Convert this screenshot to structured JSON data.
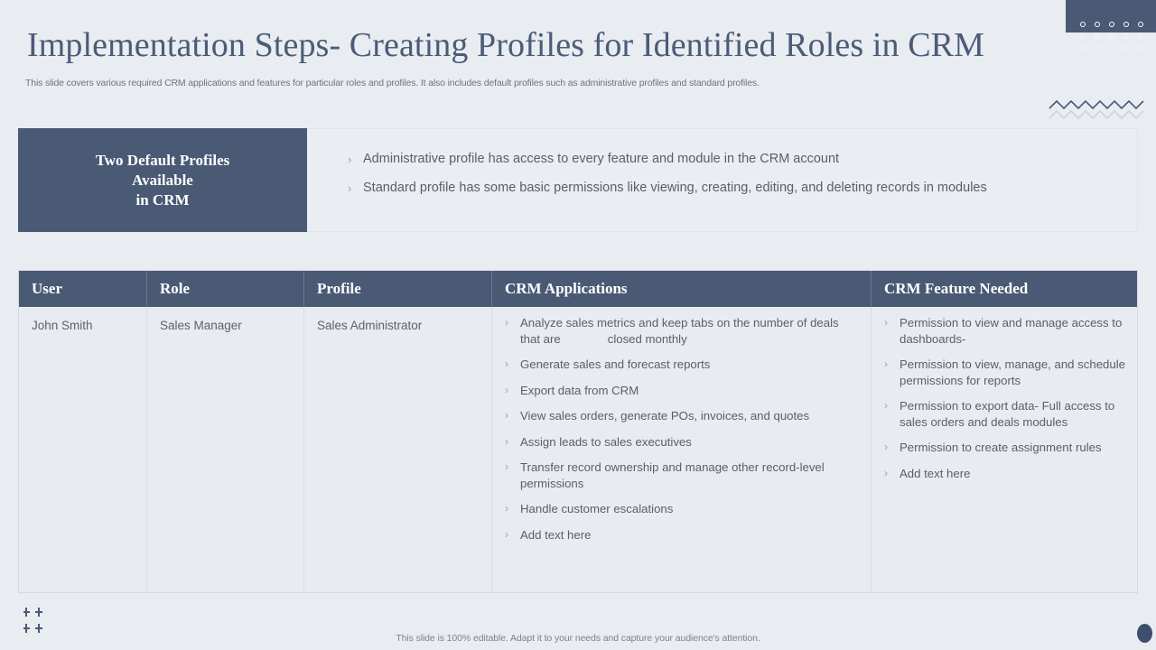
{
  "theme": {
    "accent": "#4a5a75",
    "page_bg": "#e9ecf1",
    "cell_bg": "#e8ebf1",
    "text": "#5b626f",
    "title_color": "#4b5c78"
  },
  "header": {
    "title": "Implementation Steps- Creating Profiles for Identified Roles in CRM",
    "subtitle": "This slide covers various required CRM applications and features for particular roles and profiles. It also includes default profiles such as administrative profiles and standard profiles."
  },
  "callout": {
    "label_lines": [
      "Two Default Profiles",
      "Available",
      "in CRM"
    ],
    "bullets": [
      "Administrative profile has access to every feature and module in the CRM account",
      "Standard profile has some basic permissions like viewing, creating, editing, and deleting records in modules"
    ]
  },
  "table": {
    "columns": [
      "User",
      "Role",
      "Profile",
      "CRM Applications",
      "CRM Feature Needed"
    ],
    "row": {
      "user": "John Smith",
      "role": "Sales Manager",
      "profile": "Sales Administrator",
      "crm_applications": [
        {
          "pre": "Analyze sales metrics and keep tabs on the number of deals that are",
          "post": "closed monthly"
        },
        {
          "pre": "Generate sales and forecast reports",
          "post": ""
        },
        {
          "pre": "Export data from CRM",
          "post": ""
        },
        {
          "pre": "View sales orders, generate POs, invoices, and quotes",
          "post": ""
        },
        {
          "pre": "Assign leads to sales executives",
          "post": ""
        },
        {
          "pre": "Transfer record ownership and manage other record-level permissions",
          "post": ""
        },
        {
          "pre": "Handle customer escalations",
          "post": ""
        },
        {
          "pre": "Add text here",
          "post": ""
        }
      ],
      "crm_feature_needed": [
        "Permission to view and manage access to dashboards-",
        "Permission to view, manage, and schedule permissions for reports",
        "Permission to export data- Full access to sales orders and deals modules",
        "Permission to create assignment rules",
        "Add text here"
      ]
    }
  },
  "footer": {
    "note": "This slide is 100% editable. Adapt it to your needs and capture your audience's attention."
  },
  "icons": {
    "bullet_chevron": "›",
    "cross": "+"
  }
}
